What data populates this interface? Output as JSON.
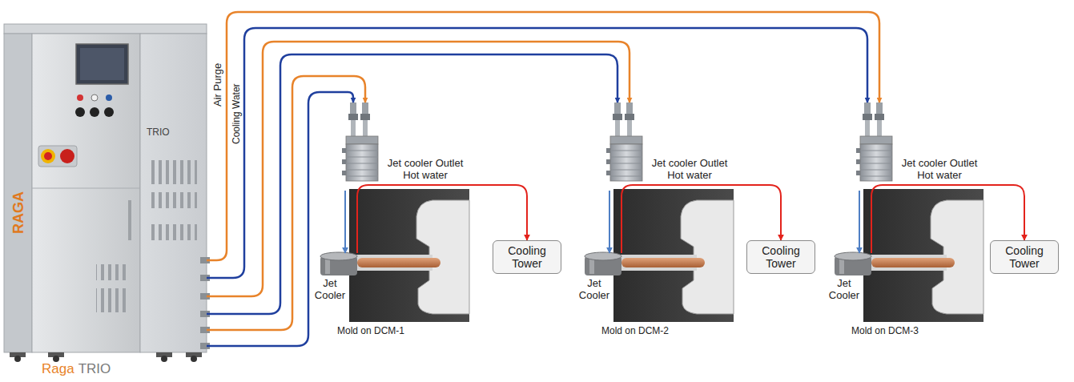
{
  "diagram": {
    "nodes": [
      {
        "text": [
          "TRIO"
        ]
      },
      {
        "text": [
          "Mold on DCM-1"
        ]
      },
      {
        "text": [
          "Jet Cooler"
        ]
      },
      {
        "text": [
          "Cooling Tower"
        ]
      },
      {
        "text": [
          "Mold on DCM-2"
        ]
      },
      {
        "text": [
          "Jet Cooler"
        ]
      },
      {
        "text": [
          "Cooling Tower"
        ]
      },
      {
        "text": [
          "Mold on DCM-3"
        ]
      },
      {
        "text": [
          "Jet Cooler"
        ]
      },
      {
        "text": [
          "Cooling Tower"
        ]
      }
    ],
    "edges": [
      {
        "from": 0,
        "to": 7,
        "arrow": "to",
        "label": "Air Purge"
      },
      {
        "from": 0,
        "to": 7,
        "arrow": "to",
        "label": "Cooling Water"
      },
      {
        "from": 0,
        "to": 4,
        "arrow": "to"
      },
      {
        "from": 0,
        "to": 4,
        "arrow": "to"
      },
      {
        "from": 0,
        "to": 1,
        "arrow": "to"
      },
      {
        "from": 0,
        "to": 1,
        "arrow": "to"
      },
      {
        "from": 1,
        "to": 2,
        "arrow": "to"
      },
      {
        "from": 2,
        "to": 3,
        "arrow": "to",
        "label": "Jet cooler Outlet Hot water"
      },
      {
        "from": 4,
        "to": 5,
        "arrow": "to"
      },
      {
        "from": 5,
        "to": 6,
        "arrow": "to",
        "label": "Jet cooler Outlet Hot water"
      },
      {
        "from": 7,
        "to": 8,
        "arrow": "to"
      },
      {
        "from": 8,
        "to": 9,
        "arrow": "to",
        "label": "Jet cooler Outlet Hot water"
      }
    ],
    "labels": [
      "RAGA",
      "Raga",
      "TRIO"
    ]
  }
}
